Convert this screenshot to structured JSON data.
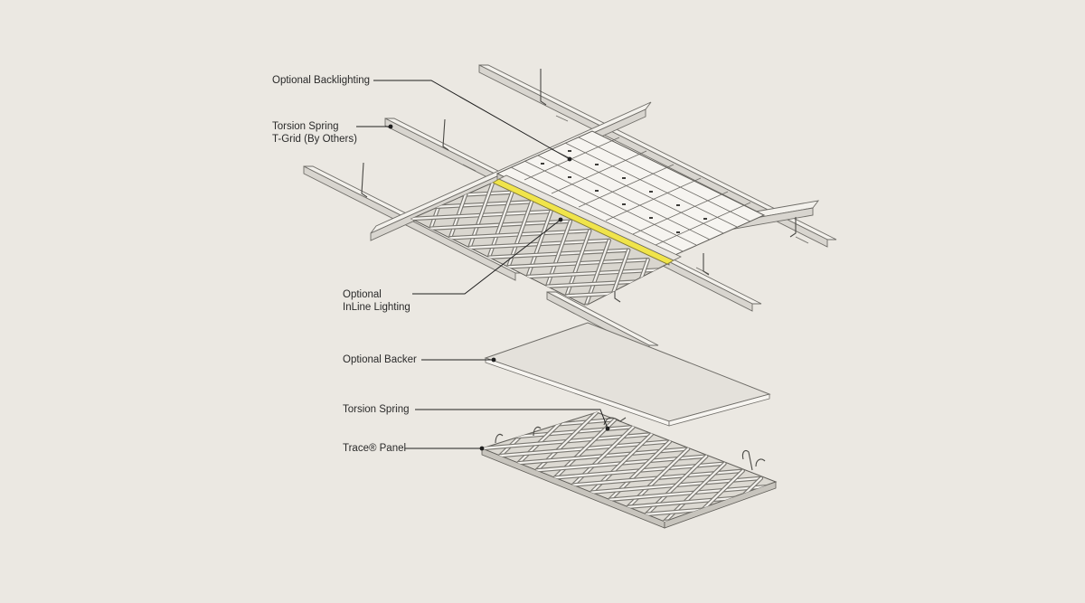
{
  "labels": {
    "optional_backlighting": "Optional Backlighting",
    "torsion_spring_tgrid_line1": "Torsion Spring",
    "torsion_spring_tgrid_line2": "T-Grid (By Others)",
    "optional_inline_line1": "Optional",
    "optional_inline_line2": "InLine Lighting",
    "optional_backer": "Optional Backer",
    "torsion_spring": "Torsion Spring",
    "trace_panel": "Trace® Panel"
  },
  "colors": {
    "background": "#ebe8e2",
    "inline_lighting": "#f0e44a",
    "leader": "#1f1f1f"
  }
}
